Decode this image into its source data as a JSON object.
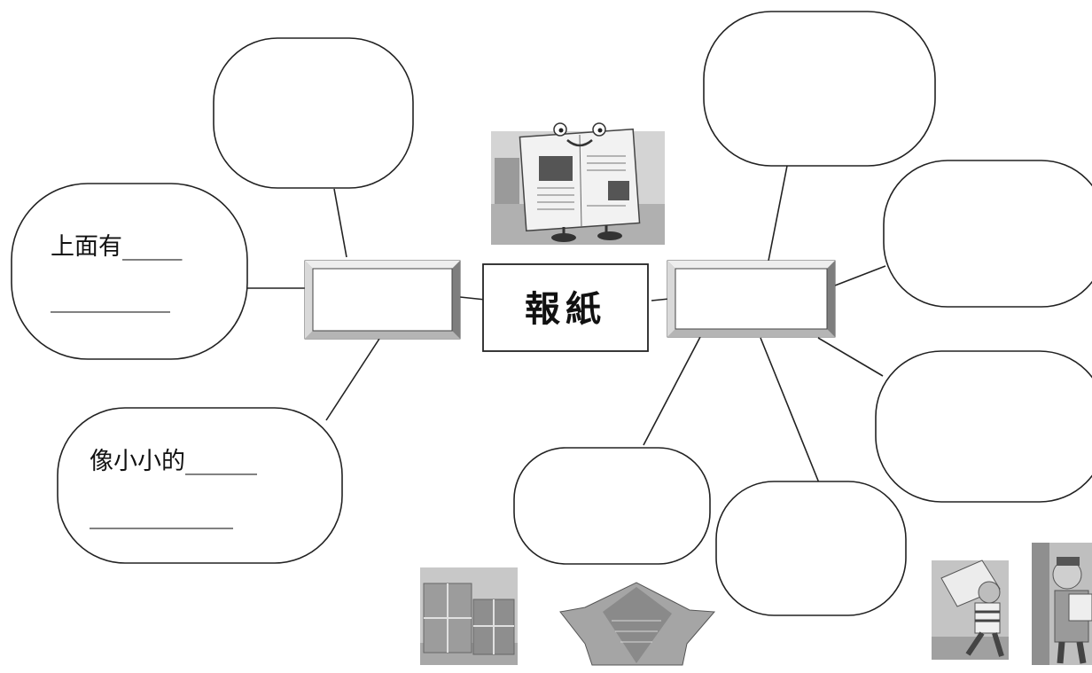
{
  "center": {
    "title": "報紙"
  },
  "left_bubbles": [
    {
      "line1": "上面有_____",
      "line2": "__________"
    },
    {
      "line1": "像小小的______",
      "line2": "____________"
    }
  ],
  "colors": {
    "stroke": "#222222",
    "box_face": "#ffffff",
    "bevel_light": "#e6e6e6",
    "bevel_dark": "#8c8c8c"
  },
  "pictures": [
    {
      "name": "cartoon-newspaper-character"
    },
    {
      "name": "newspaper-wrapped-parcels-photo"
    },
    {
      "name": "folded-newspaper-hat-photo"
    },
    {
      "name": "boy-reading-newspaper-illustration"
    },
    {
      "name": "man-reading-newspaper-illustration"
    }
  ]
}
